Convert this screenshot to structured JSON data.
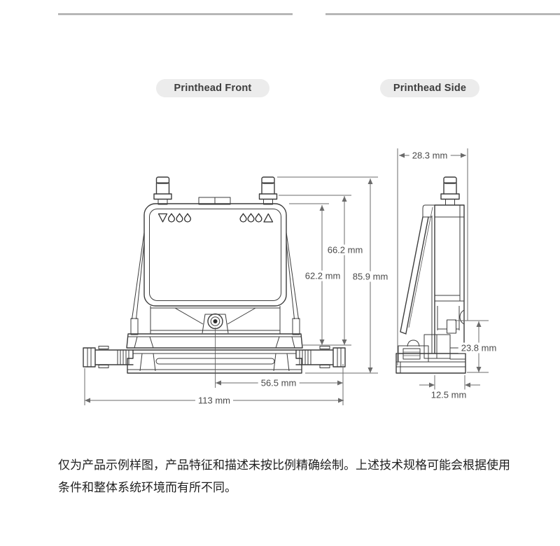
{
  "front_view": {
    "title": "Printhead Front",
    "icons": [
      "triangle-down-icon",
      "droplet-icon",
      "droplet-icon",
      "droplet-icon",
      "droplet-icon",
      "droplet-icon",
      "droplet-icon",
      "triangle-up-icon"
    ],
    "dims": {
      "height_inner": "62.2 mm",
      "height_mid": "66.2 mm",
      "height_total": "85.9 mm",
      "width_half": "56.5 mm",
      "width_total": "113 mm"
    }
  },
  "side_view": {
    "title": "Printhead Side",
    "dims": {
      "width_top": "28.3 mm",
      "height_base": "23.8 mm",
      "width_base": "12.5 mm"
    }
  },
  "footnote": {
    "text": "仅为产品示例样图，产品特征和描述未按比例精确绘制。上述技术规格可能会根据使用条件和整体系统环境而有所不同。"
  },
  "colors": {
    "divider": "#a9a9a9",
    "pill_background": "#ececec",
    "pill_text": "#3d3d3d",
    "line_art": "#3c3c3c",
    "dimension_lines": "#6b6b6b",
    "footnote_text": "#1f1f1f"
  }
}
